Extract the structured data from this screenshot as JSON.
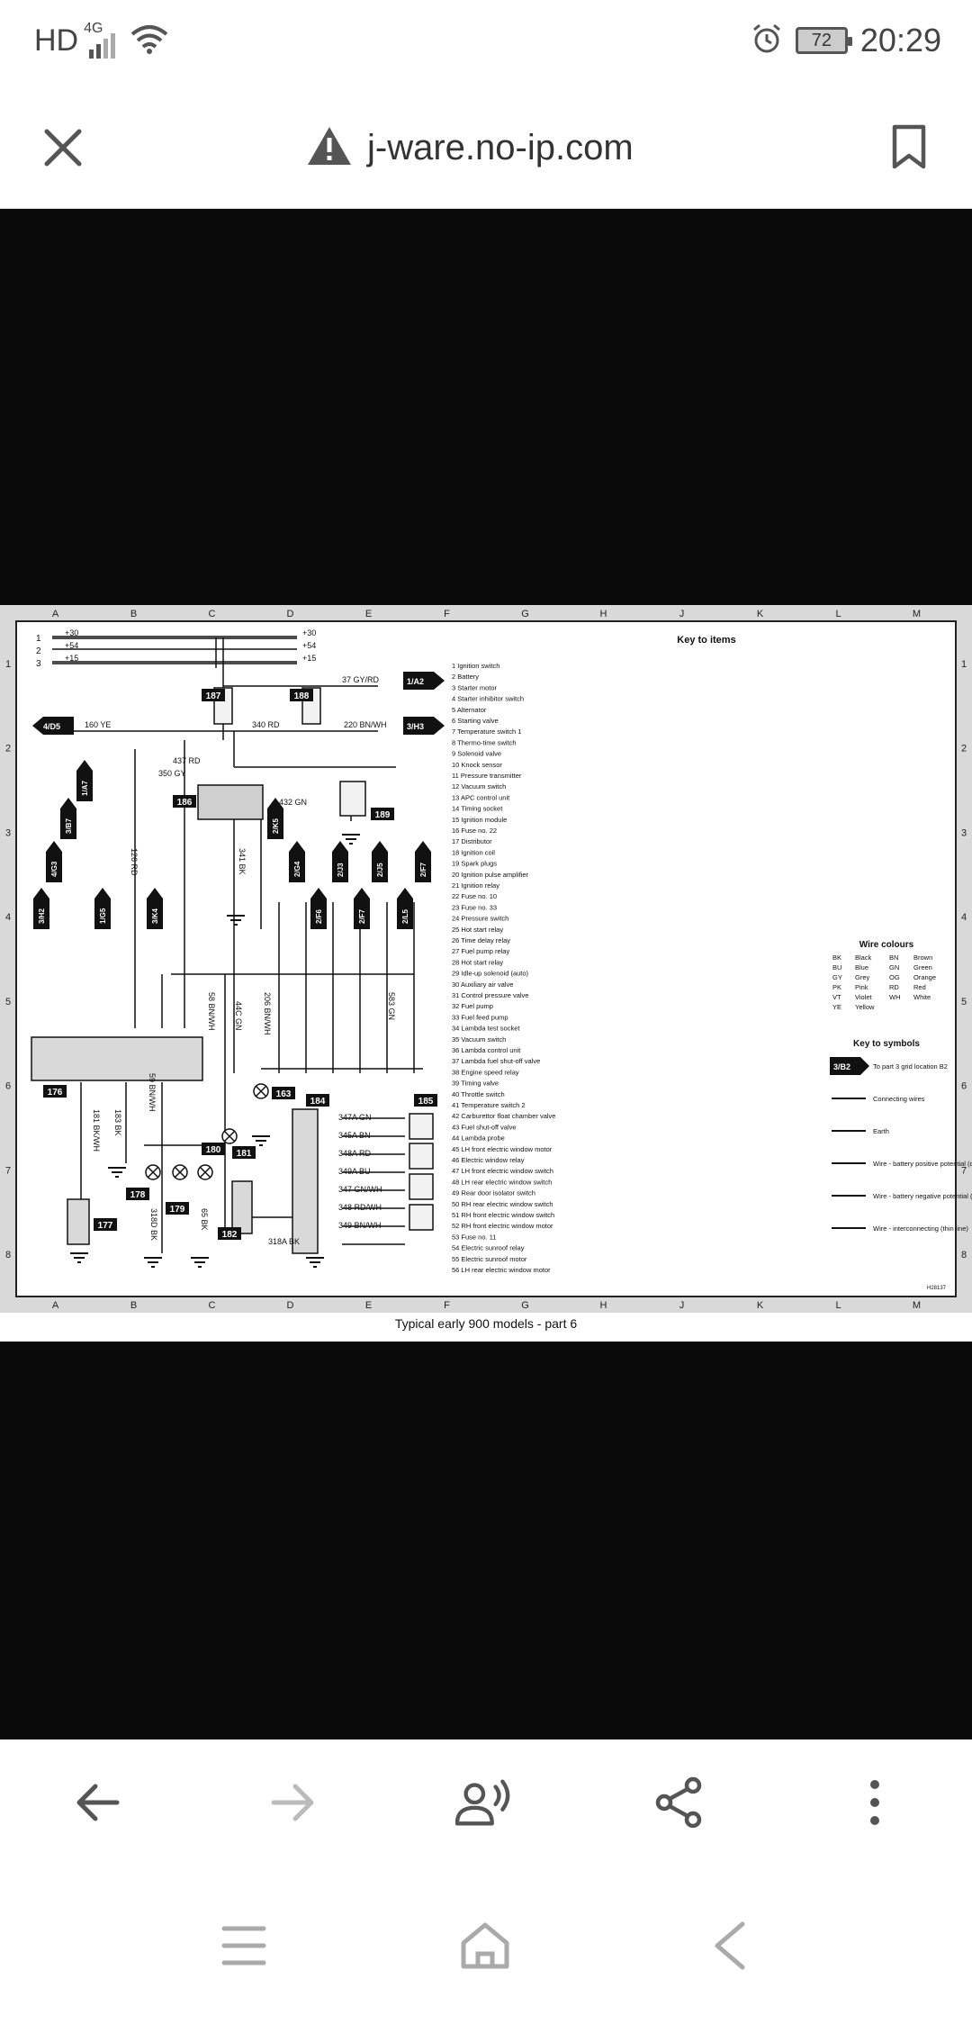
{
  "status_bar": {
    "network_hd": "HD",
    "network_gen": "4G",
    "battery": "72",
    "time": "20:29"
  },
  "browser": {
    "url": "j-ware.no-ip.com"
  },
  "diagram": {
    "grid_columns": [
      "A",
      "B",
      "C",
      "D",
      "E",
      "F",
      "G",
      "H",
      "J",
      "K",
      "L",
      "M"
    ],
    "grid_rows": [
      "1",
      "2",
      "3",
      "4",
      "5",
      "6",
      "7",
      "8"
    ],
    "title_key": "Key to items",
    "caption": "Typical early 900 models - part 6",
    "ref_code": "H28137",
    "supply_lines": [
      {
        "num": "1",
        "label": "+30"
      },
      {
        "num": "2",
        "label": "+54"
      },
      {
        "num": "3",
        "label": "+15"
      }
    ],
    "arrows": [
      "1/A2",
      "3/H3",
      "4/D5",
      "2/K5",
      "3/K4",
      "1/G5",
      "3/H2",
      "4/G3",
      "3/B7",
      "1/A7",
      "2/G4",
      "2/J3",
      "2/J5",
      "2/F7",
      "2/F6",
      "2/F7",
      "2/L5"
    ],
    "wire_labels": [
      "37 GY/RD",
      "340 RD",
      "220 BN/WH",
      "160 YE",
      "437 RD",
      "350 GY",
      "432 GN",
      "341 BK",
      "583 GN",
      "206 BN/WH",
      "44C GN",
      "58 BN/WH",
      "126 RD",
      "59 BN/WH",
      "183 BK",
      "181 BK/WH",
      "318D BK",
      "65 BK",
      "318A BK",
      "347A GN",
      "345A BN",
      "348A RD",
      "349A BU",
      "347 GN/WH",
      "348 RD/WH",
      "349 BN/WH"
    ],
    "components": [
      "187",
      "188",
      "186",
      "189",
      "176",
      "184",
      "185",
      "163",
      "180",
      "181",
      "178",
      "179",
      "177",
      "182"
    ],
    "key_items": [
      "1 Ignition switch",
      "2 Battery",
      "3 Starter motor",
      "4 Starter inhibitor switch",
      "5 Alternator",
      "6 Starting valve",
      "7 Temperature switch 1",
      "8 Thermo-time switch",
      "9 Solenoid valve",
      "10 Knock sensor",
      "11 Pressure transmitter",
      "12 Vacuum switch",
      "13 APC control unit",
      "14 Timing socket",
      "15 Ignition module",
      "16 Fuse no. 22",
      "17 Distributor",
      "18 Ignition coil",
      "19 Spark plugs",
      "20 Ignition pulse amplifier",
      "21 Ignition relay",
      "22 Fuse no. 10",
      "23 Fuse no. 33",
      "24 Pressure switch",
      "25 Hot start relay",
      "26 Time delay relay",
      "27 Fuel pump relay",
      "28 Hot start relay",
      "29 Idle-up solenoid (auto)",
      "30 Auxiliary air valve",
      "31 Control pressure valve",
      "32 Fuel pump",
      "33 Fuel feed pump",
      "34 Lambda test socket",
      "35 Vacuum switch",
      "36 Lambda control unit",
      "37 Lambda fuel shut-off valve",
      "38 Engine speed relay",
      "39 Timing valve",
      "40 Throttle switch",
      "41 Temperature switch 2",
      "42 Carburettor float chamber valve",
      "43 Fuel shut-off valve",
      "44 Lambda probe",
      "45 LH front electric window motor",
      "46 Electric window relay",
      "47 LH front electric window switch",
      "48 LH rear electric window switch",
      "49 Rear door isolator switch",
      "50 RH rear electric window switch",
      "51 RH front electric window switch",
      "52 RH front electric window motor",
      "53 Fuse no. 11",
      "54 Electric sunroof relay",
      "55 Electric sunroof motor",
      "56 LH rear electric window motor"
    ],
    "wire_colours_title": "Wire colours",
    "wire_colours": [
      [
        "BK",
        "Black",
        "BN",
        "Brown"
      ],
      [
        "BU",
        "Blue",
        "GN",
        "Green"
      ],
      [
        "GY",
        "Grey",
        "OG",
        "Orange"
      ],
      [
        "PK",
        "Pink",
        "RD",
        "Red"
      ],
      [
        "VT",
        "Violet",
        "WH",
        "White"
      ],
      [
        "YE",
        "Yellow",
        "",
        ""
      ]
    ],
    "symbols_title": "Key to symbols",
    "symbols": [
      {
        "code": "3/B2",
        "text": "To part 3 grid location B2"
      },
      {
        "code": "",
        "text": "Connecting wires"
      },
      {
        "code": "",
        "text": "Earth"
      },
      {
        "code": "",
        "text": "Wire - battery positive potential (double line)"
      },
      {
        "code": "",
        "text": "Wire - battery negative potential (thick line)"
      },
      {
        "code": "",
        "text": "Wire - interconnecting (thin line)"
      }
    ]
  },
  "bottom_nav": {
    "back": "back-arrow-icon",
    "forward": "forward-arrow-icon",
    "read_aloud": "read-aloud-icon",
    "share": "share-icon",
    "more": "more-vert-icon"
  }
}
